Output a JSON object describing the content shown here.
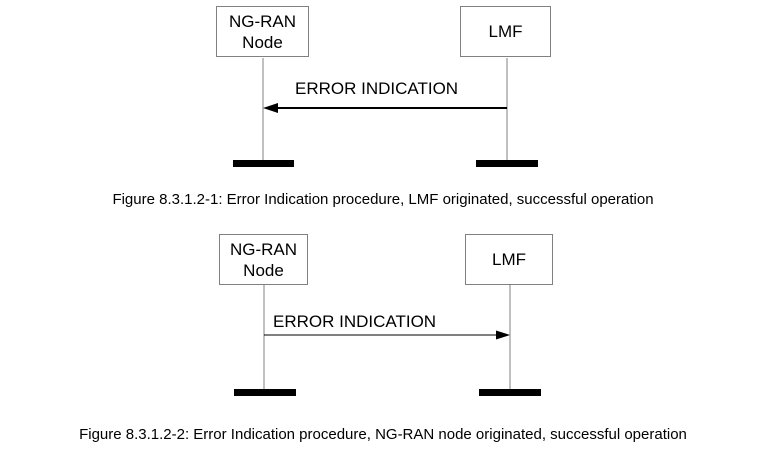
{
  "figures": [
    {
      "left_entity": {
        "line1": "NG-RAN",
        "line2": "Node"
      },
      "right_entity": {
        "label": "LMF"
      },
      "message": "ERROR INDICATION",
      "direction": "right-to-left",
      "caption": "Figure 8.3.1.2-1: Error Indication procedure, LMF originated, successful operation"
    },
    {
      "left_entity": {
        "line1": "NG-RAN",
        "line2": "Node"
      },
      "right_entity": {
        "label": "LMF"
      },
      "message": "ERROR INDICATION",
      "direction": "left-to-right",
      "caption": "Figure 8.3.1.2-2: Error Indication procedure, NG-RAN node originated, successful operation"
    }
  ]
}
